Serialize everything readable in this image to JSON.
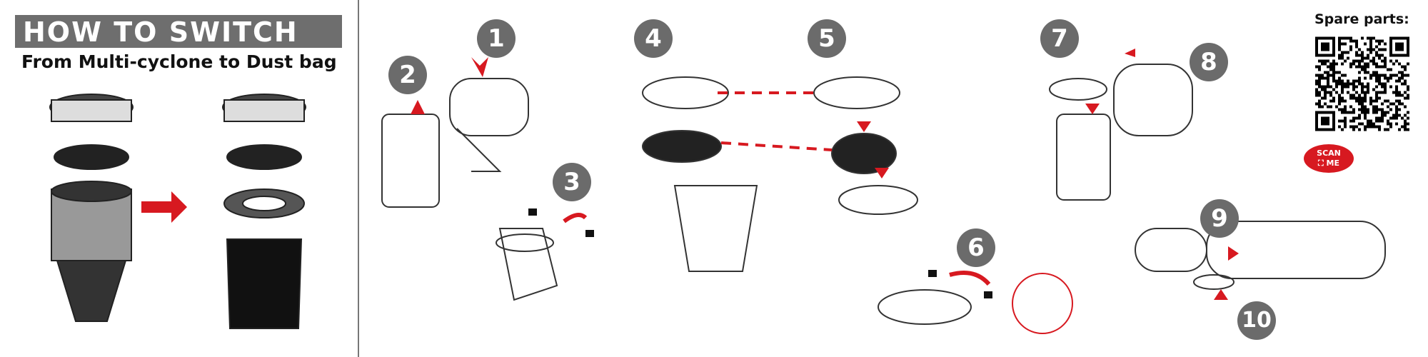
{
  "header": {
    "title": "HOW TO SWITCH",
    "subtitle": "From Multi-cyclone to Dust bag"
  },
  "steps": [
    "1",
    "2",
    "3",
    "4",
    "5",
    "6",
    "7",
    "8",
    "9",
    "10"
  ],
  "spare_parts": {
    "label": "Spare parts:",
    "scan_line1": "SCAN",
    "scan_line2": "⛶ ME"
  },
  "colors": {
    "accent": "#d71920",
    "header_bg": "#6e6e6e",
    "step_circle": "#6b6b6b"
  }
}
